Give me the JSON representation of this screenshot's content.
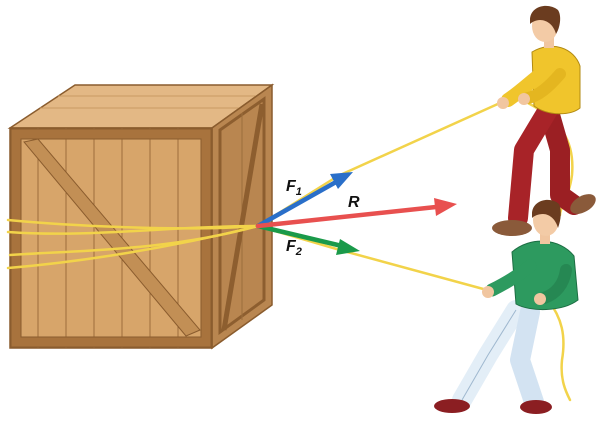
{
  "labels": {
    "f1": "F",
    "f1_sub": "1",
    "f2": "F",
    "f2_sub": "2",
    "r": "R"
  },
  "colors": {
    "f1": "#2a6fc9",
    "f2": "#1a9a4a",
    "r": "#e8504f",
    "rope": "#f2d34a",
    "crate_front": "#d7a56a",
    "crate_top": "#e3b885",
    "crate_side": "#b98650",
    "plank_line": "#9c6d3c"
  }
}
